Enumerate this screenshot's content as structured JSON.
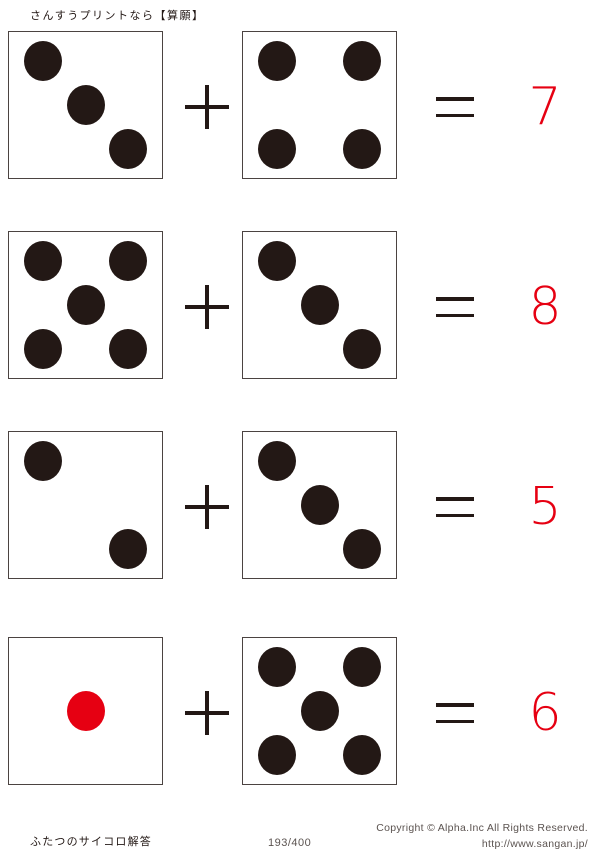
{
  "header": {
    "title": "さんすうプリントなら【算願】"
  },
  "footer": {
    "title": "ふたつのサイコロ解答",
    "page_number": "193/400",
    "copyright": "Copyright ©  Alpha.Inc All Rights Reserved.",
    "url": "http://www.sangan.jp/"
  },
  "symbols": {
    "plus": "+",
    "equals": "="
  },
  "colors": {
    "pip": "#231815",
    "pip_answer": "#e60012",
    "answer_text": "#e60012",
    "die_border": "#4b4341",
    "page_background": "#ffffff"
  },
  "problems": [
    {
      "index": 1,
      "left_die": {
        "value": 3,
        "pips": [
          "p-tl",
          "p-mc",
          "p-br"
        ],
        "answer_pip": false
      },
      "right_die": {
        "value": 4,
        "pips": [
          "p-tl",
          "p-tr",
          "p-bl",
          "p-br"
        ],
        "answer_pip": false
      },
      "operator": "+",
      "equals": "=",
      "answer": "7"
    },
    {
      "index": 2,
      "left_die": {
        "value": 5,
        "pips": [
          "p-tl",
          "p-tr",
          "p-mc",
          "p-bl",
          "p-br"
        ],
        "answer_pip": false
      },
      "right_die": {
        "value": 3,
        "pips": [
          "p-tl",
          "p-mc",
          "p-br"
        ],
        "answer_pip": false
      },
      "operator": "+",
      "equals": "=",
      "answer": "8"
    },
    {
      "index": 3,
      "left_die": {
        "value": 2,
        "pips": [
          "p-tl",
          "p-br"
        ],
        "answer_pip": false
      },
      "right_die": {
        "value": 3,
        "pips": [
          "p-tl",
          "p-mc",
          "p-br"
        ],
        "answer_pip": false
      },
      "operator": "+",
      "equals": "=",
      "answer": "5"
    },
    {
      "index": 4,
      "left_die": {
        "value": 1,
        "pips": [
          "p-mc"
        ],
        "answer_pip": true
      },
      "right_die": {
        "value": 5,
        "pips": [
          "p-tl",
          "p-tr",
          "p-mc",
          "p-bl",
          "p-br"
        ],
        "answer_pip": false
      },
      "operator": "+",
      "equals": "=",
      "answer": "6"
    }
  ]
}
